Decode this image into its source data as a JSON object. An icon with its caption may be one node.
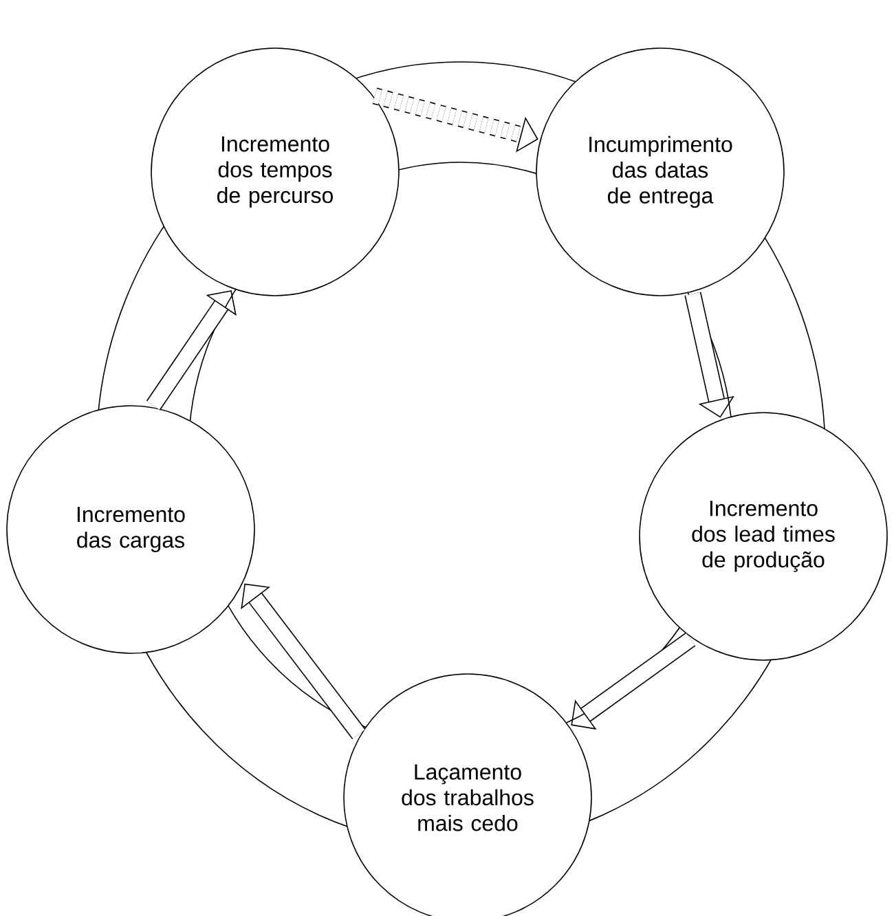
{
  "diagram": {
    "nodes": [
      {
        "text": [
          "Incremento dos tempos de percurso"
        ]
      },
      {
        "text": [
          "Incumprimento das datas de entrega"
        ]
      },
      {
        "text": [
          "Incremento dos lead times de produção"
        ]
      },
      {
        "text": [
          "Laçamento dos trabalhos mais cedo"
        ]
      },
      {
        "text": [
          "Incremento das cargas"
        ]
      }
    ],
    "edges": [
      {
        "from": 0,
        "to": 1,
        "arrow": "to",
        "style": "dashed"
      },
      {
        "from": 1,
        "to": 2,
        "arrow": "to"
      },
      {
        "from": 2,
        "to": 3,
        "arrow": "to"
      },
      {
        "from": 3,
        "to": 4,
        "arrow": "to"
      },
      {
        "from": 4,
        "to": 0,
        "arrow": "to"
      }
    ]
  }
}
